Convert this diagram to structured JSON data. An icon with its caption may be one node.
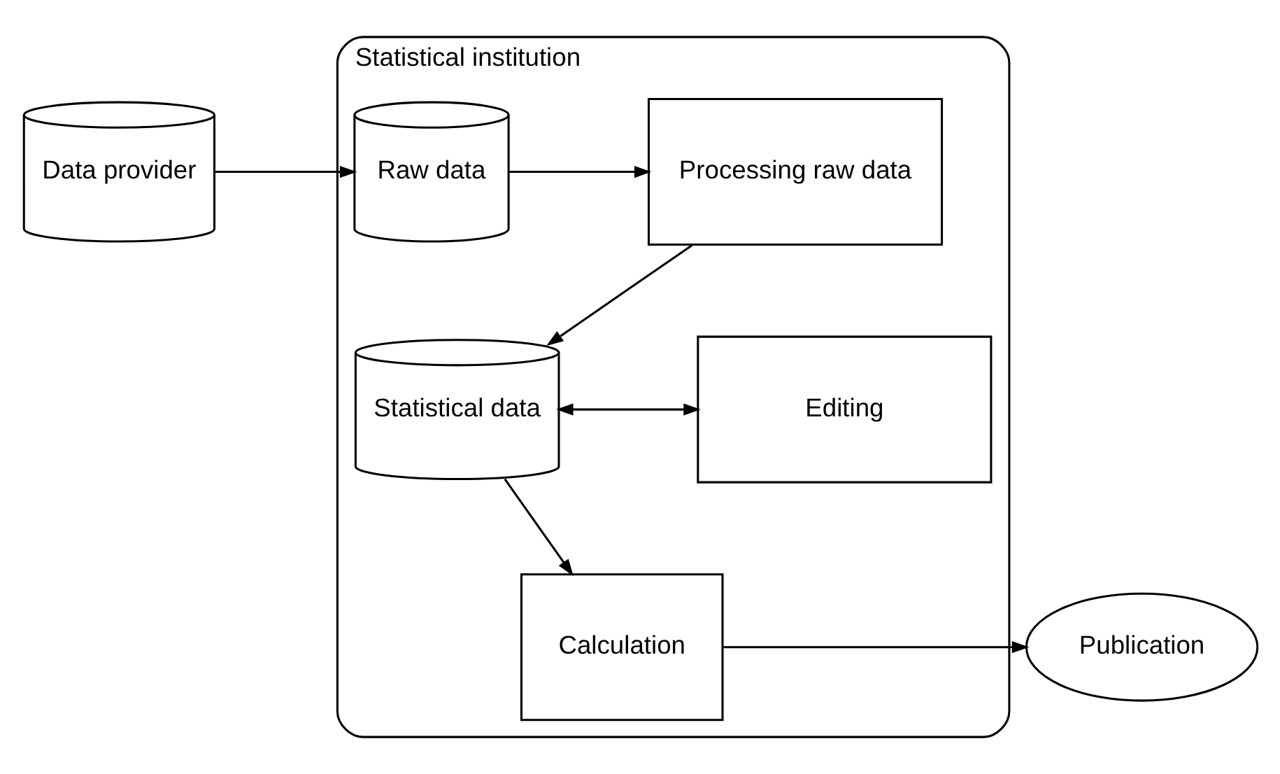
{
  "diagram": {
    "nodes": [
      {
        "text": [
          "Data provider"
        ]
      },
      {
        "text": [
          "Statistical institution"
        ]
      },
      {
        "text": [
          "Raw data"
        ],
        "in": 1
      },
      {
        "text": [
          "Processing raw data"
        ],
        "in": 1
      },
      {
        "text": [
          "Statistical data"
        ],
        "in": 1
      },
      {
        "text": [
          "Editing"
        ],
        "in": 1
      },
      {
        "text": [
          "Calculation"
        ],
        "in": 1
      },
      {
        "text": [
          "Publication"
        ]
      }
    ],
    "edges": [
      {
        "from": 0,
        "to": 2,
        "arrow": "to"
      },
      {
        "from": 2,
        "to": 3,
        "arrow": "to"
      },
      {
        "from": 3,
        "to": 4,
        "arrow": "to"
      },
      {
        "from": 4,
        "to": 5,
        "arrow": "both"
      },
      {
        "from": 4,
        "to": 6,
        "arrow": "to"
      },
      {
        "from": 6,
        "to": 7,
        "arrow": "to"
      }
    ]
  }
}
